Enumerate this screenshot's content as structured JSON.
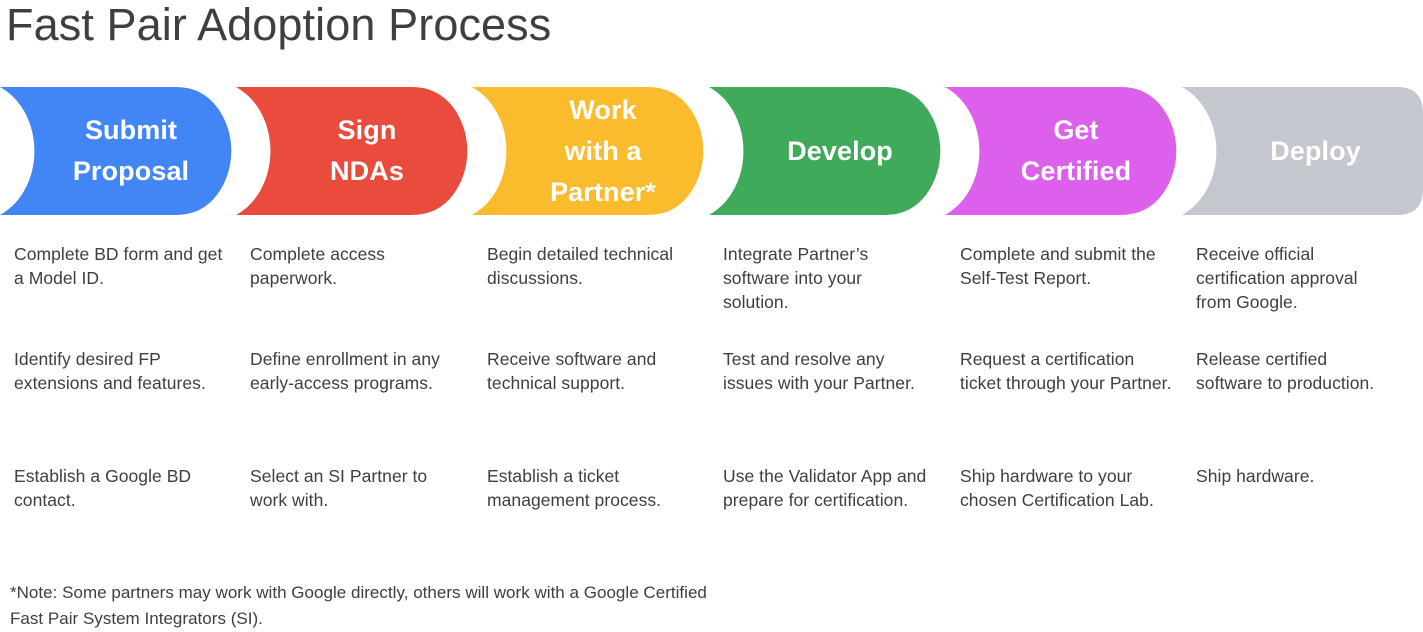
{
  "page": {
    "title": "Fast Pair Adoption Process",
    "text_color": "#3c4043",
    "background": "#ffffff"
  },
  "banner": {
    "type": "chevron-process-flow",
    "steps": [
      {
        "label": "Submit\nProposal",
        "color": "#4285f4",
        "name": "submit-proposal"
      },
      {
        "label": "Sign\nNDAs",
        "color": "#e94b3c",
        "name": "sign-ndas"
      },
      {
        "label": "Work\nwith a\nPartner*",
        "color": "#fabb2c",
        "name": "work-with-a-partner"
      },
      {
        "label": "Develop",
        "color": "#3faa59",
        "name": "develop"
      },
      {
        "label": "Get\nCertified",
        "color": "#dd60ed",
        "name": "get-certified"
      },
      {
        "label": "Deploy",
        "color": "#c4c8ce",
        "name": "deploy"
      }
    ]
  },
  "columns": [
    {
      "step": "Submit Proposal",
      "items": [
        "Complete BD form and get a Model ID.",
        "Identify desired FP extensions and features.",
        "Establish a Google BD contact."
      ]
    },
    {
      "step": "Sign NDAs",
      "items": [
        "Complete access paperwork.",
        "Define enrollment in any early-access programs.",
        "Select an SI Partner to work with."
      ]
    },
    {
      "step": "Work with a Partner*",
      "items": [
        "Begin detailed technical discussions.",
        "Receive software and technical support.",
        "Establish a ticket management process."
      ]
    },
    {
      "step": "Develop",
      "items": [
        "Integrate Partner’s software into your solution.",
        "Test and resolve any issues with your Partner.",
        "Use the Validator App and prepare for certification."
      ]
    },
    {
      "step": "Get Certified",
      "items": [
        "Complete and submit the Self-Test Report.",
        "Request a certification ticket through your Partner.",
        "Ship hardware to your chosen Certification Lab."
      ]
    },
    {
      "step": "Deploy",
      "items": [
        "Receive official certification approval from Google.",
        "Release certified software to production.",
        "Ship hardware."
      ]
    }
  ],
  "footnote": "*Note: Some partners may work with Google directly, others will work with a Google Certified Fast Pair System Integrators (SI)."
}
